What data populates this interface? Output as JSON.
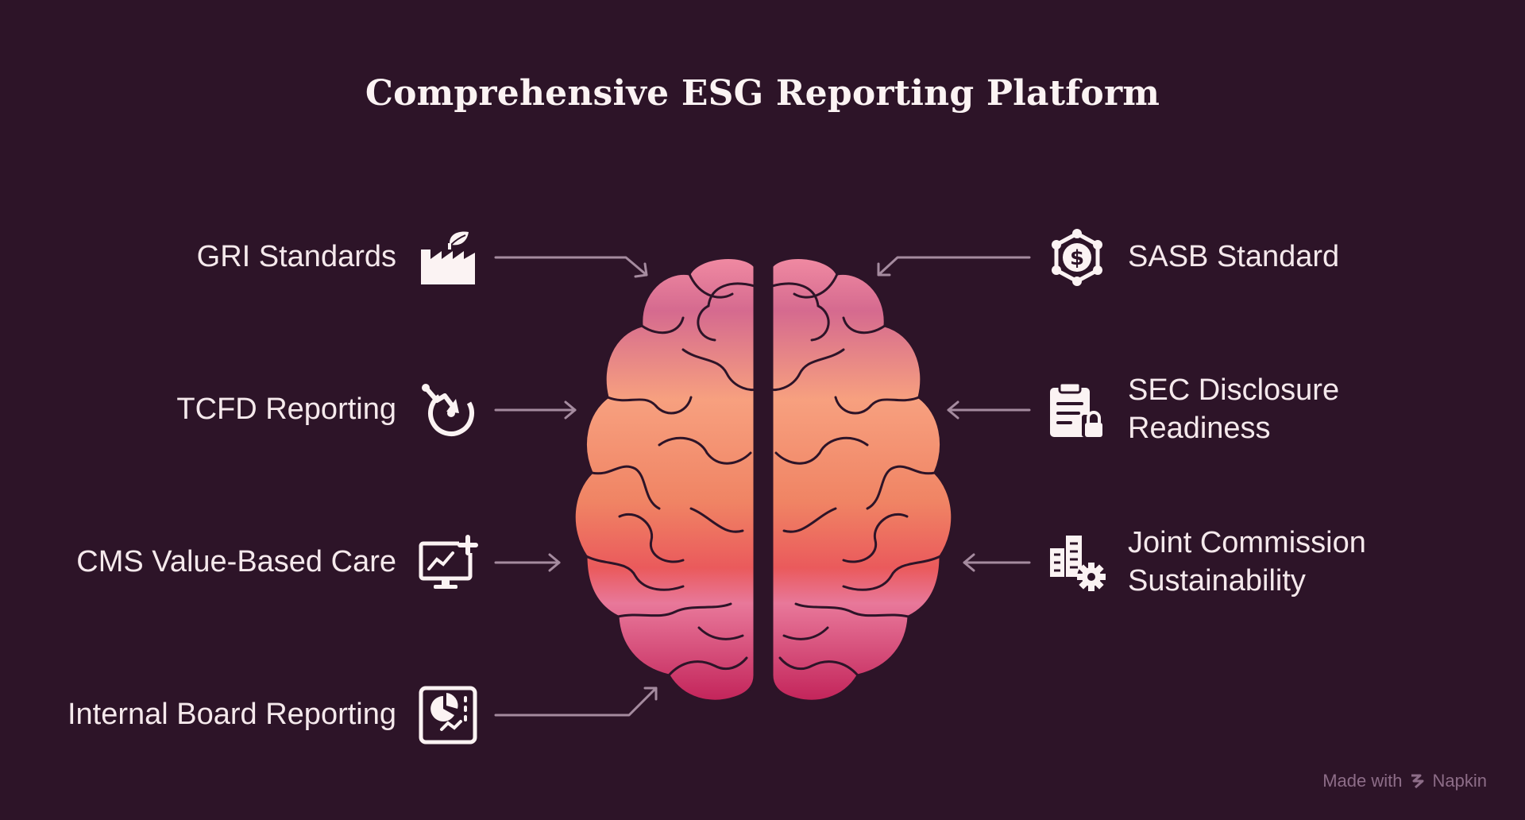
{
  "title": "Comprehensive ESG Reporting Platform",
  "colors": {
    "background": "#2d1428",
    "text": "#f5e9ec",
    "arrow": "#a58b9f",
    "brain_top": "#f08aa2",
    "brain_mid": "#f2876b",
    "brain_bottom": "#c52a5b"
  },
  "left_items": [
    {
      "label": "GRI Standards",
      "icon": "factory-leaf-icon"
    },
    {
      "label": "TCFD Reporting",
      "icon": "trend-down-timer-icon"
    },
    {
      "label": "CMS Value-Based Care",
      "icon": "monitor-chart-plus-icon"
    },
    {
      "label": "Internal Board Reporting",
      "icon": "report-pie-chart-icon"
    }
  ],
  "right_items": [
    {
      "lines": [
        "SASB Standard"
      ],
      "icon": "dollar-network-icon"
    },
    {
      "lines": [
        "SEC Disclosure",
        "Readiness"
      ],
      "icon": "clipboard-lock-icon"
    },
    {
      "lines": [
        "Joint Commission",
        "Sustainability"
      ],
      "icon": "buildings-gear-icon"
    }
  ],
  "center_icon": "brain-icon",
  "footer": {
    "made_with": "Made with",
    "brand": "Napkin",
    "icon": "napkin-logo-icon"
  }
}
